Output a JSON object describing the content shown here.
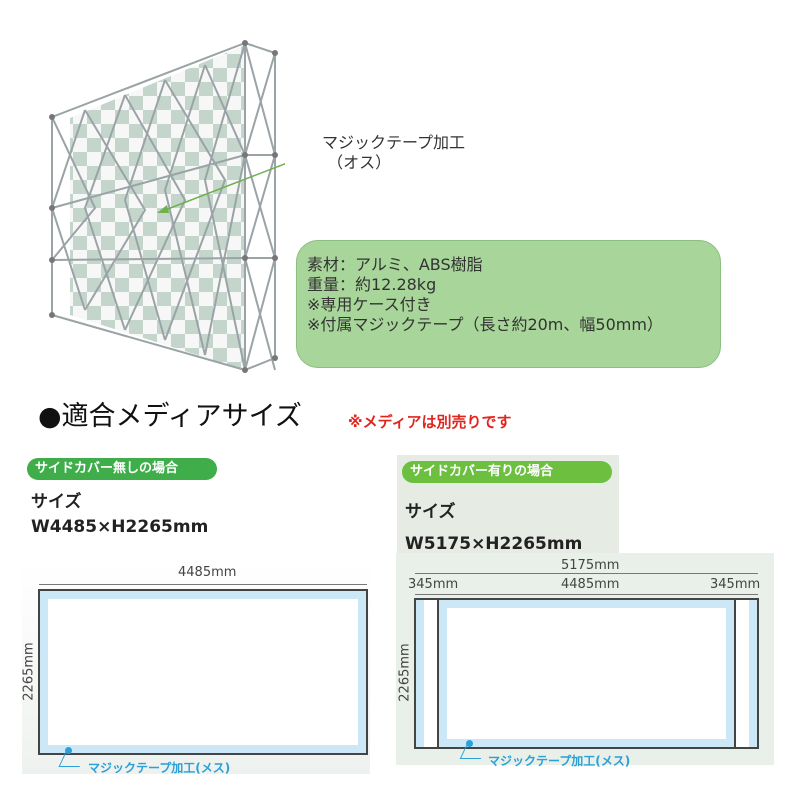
{
  "product": {
    "image_alt": "pop-up display frame with fabric backdrop",
    "callout": {
      "line1": "マジックテープ加工",
      "line2": "（オス）"
    },
    "specs": [
      "素材：アルミ、ABS樹脂",
      "重量：約12.28kg",
      "※専用ケース付き",
      "※付属マジックテープ（長さ約20m、幅50mm）"
    ]
  },
  "media_section": {
    "title": "●適合メディアサイズ",
    "note": "※メディアは別売りです",
    "without_cover": {
      "badge": "サイドカバー無しの場合",
      "size_label": "サイズ",
      "size_value": "W4485×H2265mm",
      "width_dim": "4485mm",
      "height_dim": "2265mm",
      "tape_label": "マジックテープ加工(メス)"
    },
    "with_cover": {
      "badge": "サイドカバー有りの場合",
      "size_label": "サイズ",
      "size_value": "W5175×H2265mm",
      "total_width_dim": "5175mm",
      "side_left_dim": "345mm",
      "center_dim": "4485mm",
      "side_right_dim": "345mm",
      "height_dim": "2265mm",
      "tape_label": "マジックテープ加工(メス)"
    }
  },
  "colors": {
    "spec_box": "#a8d59a",
    "note_red": "#e0251e",
    "pill_left": "#3fae4a",
    "pill_right": "#6cbf3f",
    "tape_blue": "#2a9fd8",
    "media_border_blue": "#cce8f7"
  }
}
